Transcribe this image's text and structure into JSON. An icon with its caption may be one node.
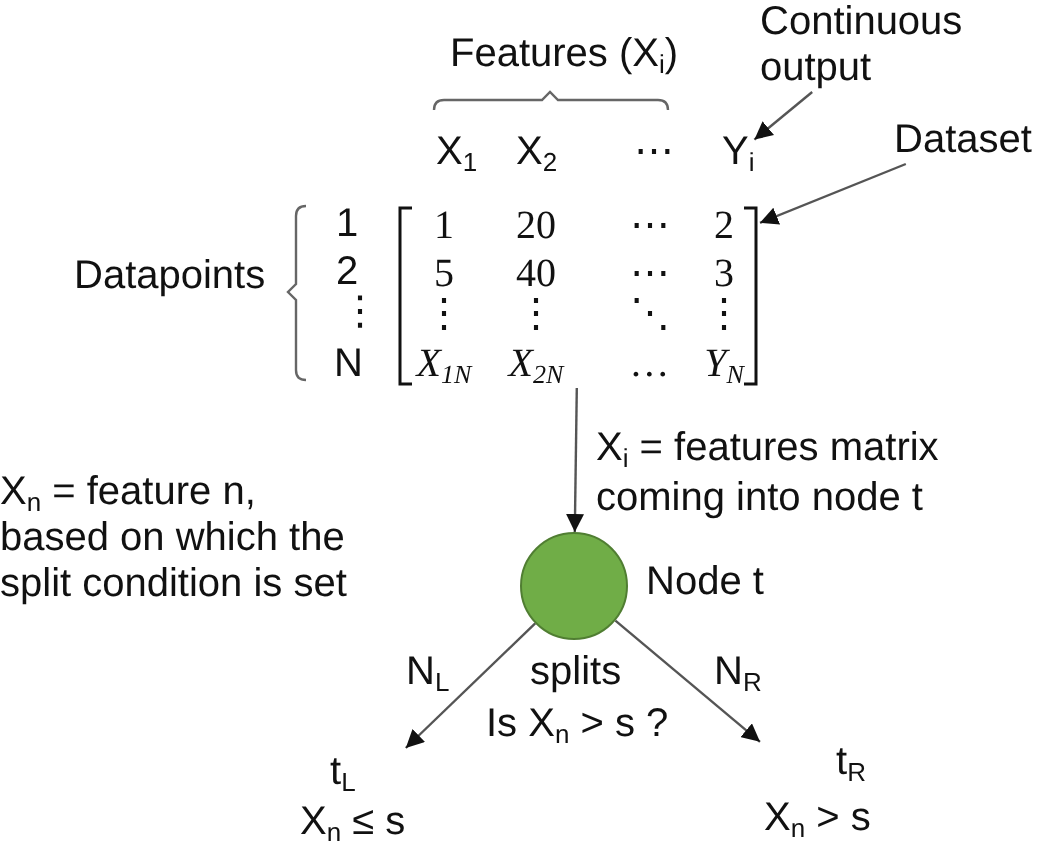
{
  "diagram": {
    "nodes": [
      {
        "text": [
          "Continuous output"
        ]
      },
      {
        "text": [
          "Y$_{i}$"
        ]
      },
      {
        "text": [
          "Dataset"
        ]
      },
      {
        "text": [
          "1",
          "20",
          "⋯",
          "2",
          "5",
          "40",
          "⋯",
          "3",
          "⋮",
          "⋮",
          "⋱",
          "⋮",
          "X$_{1N}$",
          "X$_{2N}$",
          "…",
          "Y$_{N}$"
        ]
      },
      {
        "text": [],
        "shape": "circle",
        "beside": [
          "Node t"
        ]
      },
      {
        "text": [
          "t$_{L}$",
          "X$_{n}$ ≤ s"
        ]
      },
      {
        "text": [
          "t$_{R}$",
          "X$_{n}$ > s"
        ]
      }
    ],
    "edges": [
      {
        "from": 0,
        "to": 1,
        "arrow": "to"
      },
      {
        "from": 2,
        "to": 3,
        "arrow": "to"
      },
      {
        "from": 3,
        "to": 4,
        "arrow": "to",
        "label": "X$_{i}$ = features matrix coming into node t"
      },
      {
        "from": 4,
        "to": 5,
        "arrow": "to",
        "label": "N$_{L}$"
      },
      {
        "from": 4,
        "to": 6,
        "arrow": "to",
        "label": "N$_{R}$"
      }
    ],
    "labels": [
      "Features (X$_{i}$)",
      "X$_{1}$",
      "X$_{2}$",
      "⋯",
      "Datapoints",
      "1",
      "2",
      "⋮",
      "N",
      "X$_{n}$ = feature n, based on which the split condition is set",
      "splits",
      "Is X$_{n}$ > s ?"
    ]
  }
}
